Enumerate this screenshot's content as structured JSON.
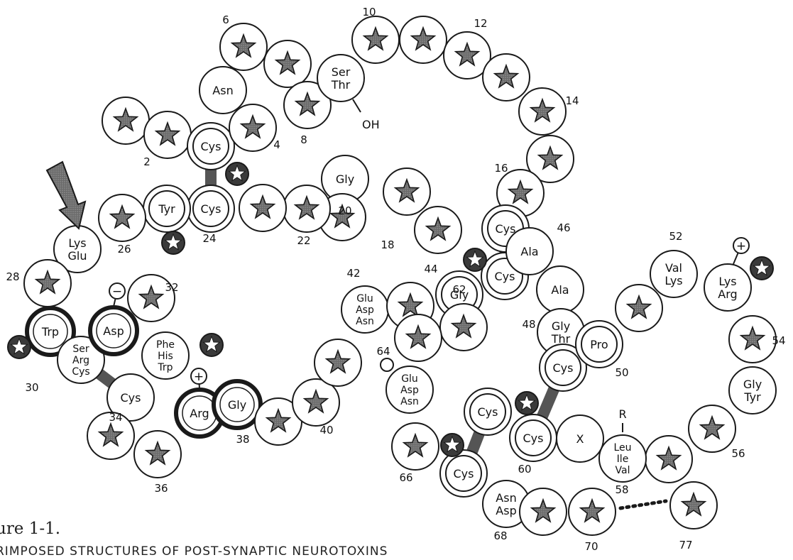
{
  "figure_label": "ure 1-1.",
  "figure_subtitle": "RIMPOSED STRUCTURES OF POST-SYNAPTIC NEUROTOXINS",
  "residues": [
    {
      "id": "r1",
      "labels": [],
      "style": "star"
    },
    {
      "id": "r2",
      "labels": [],
      "style": "star"
    },
    {
      "id": "r3",
      "labels": [
        "Cys"
      ],
      "style": "double"
    },
    {
      "id": "r4",
      "labels": [],
      "style": "star"
    },
    {
      "id": "r5",
      "labels": [
        "Asn"
      ],
      "style": "plain"
    },
    {
      "id": "r6",
      "labels": [],
      "style": "star"
    },
    {
      "id": "r7",
      "labels": [],
      "style": "star"
    },
    {
      "id": "r8",
      "labels": [],
      "style": "star"
    },
    {
      "id": "r9",
      "labels": [
        "Ser",
        "Thr"
      ],
      "style": "plain"
    },
    {
      "id": "r10",
      "labels": [],
      "style": "star"
    },
    {
      "id": "r11",
      "labels": [],
      "style": "star"
    },
    {
      "id": "r12",
      "labels": [],
      "style": "star"
    },
    {
      "id": "r13",
      "labels": [],
      "style": "star"
    },
    {
      "id": "r14",
      "labels": [],
      "style": "star"
    },
    {
      "id": "r15",
      "labels": [],
      "style": "star"
    },
    {
      "id": "r16",
      "labels": [],
      "style": "star"
    },
    {
      "id": "r17",
      "labels": [
        "Cys"
      ],
      "style": "double"
    },
    {
      "id": "r18",
      "labels": [],
      "style": "star"
    },
    {
      "id": "r19",
      "labels": [],
      "style": "star"
    },
    {
      "id": "r20",
      "labels": [
        "Gly"
      ],
      "style": "plain"
    },
    {
      "id": "r21",
      "labels": [],
      "style": "star"
    },
    {
      "id": "r22",
      "labels": [],
      "style": "star"
    },
    {
      "id": "r23",
      "labels": [],
      "style": "star"
    },
    {
      "id": "r24",
      "labels": [
        "Cys"
      ],
      "style": "double"
    },
    {
      "id": "r25",
      "labels": [
        "Tyr"
      ],
      "style": "double"
    },
    {
      "id": "r26",
      "labels": [],
      "style": "star"
    },
    {
      "id": "r27",
      "labels": [
        "Lys",
        "Glu"
      ],
      "style": "plain"
    },
    {
      "id": "r28",
      "labels": [],
      "style": "star"
    },
    {
      "id": "r29",
      "labels": [
        "Trp"
      ],
      "style": "bold"
    },
    {
      "id": "r30",
      "labels": [
        "Ser",
        "Arg",
        "Cys"
      ],
      "style": "plain"
    },
    {
      "id": "r31",
      "labels": [
        "Asp"
      ],
      "style": "bold"
    },
    {
      "id": "r32",
      "labels": [],
      "style": "star"
    },
    {
      "id": "r33",
      "labels": [
        "Phe",
        "His",
        "Trp"
      ],
      "style": "plain"
    },
    {
      "id": "r34",
      "labels": [
        "Cys"
      ],
      "style": "plain"
    },
    {
      "id": "r35",
      "labels": [],
      "style": "star"
    },
    {
      "id": "r36",
      "labels": [],
      "style": "star"
    },
    {
      "id": "r37",
      "labels": [
        "Arg"
      ],
      "style": "bold"
    },
    {
      "id": "r38",
      "labels": [
        "Gly"
      ],
      "style": "bold"
    },
    {
      "id": "r39",
      "labels": [],
      "style": "star"
    },
    {
      "id": "r40",
      "labels": [],
      "style": "star"
    },
    {
      "id": "r41",
      "labels": [],
      "style": "star"
    },
    {
      "id": "r42",
      "labels": [
        "Glu",
        "Asp",
        "Asn"
      ],
      "style": "plain"
    },
    {
      "id": "r43",
      "labels": [],
      "style": "star"
    },
    {
      "id": "r44",
      "labels": [
        "Gly"
      ],
      "style": "double"
    },
    {
      "id": "r45",
      "labels": [
        "Cys"
      ],
      "style": "double"
    },
    {
      "id": "r46",
      "labels": [
        "Ala"
      ],
      "style": "plain"
    },
    {
      "id": "r47",
      "labels": [
        "Ala"
      ],
      "style": "plain"
    },
    {
      "id": "r48",
      "labels": [
        "Gly",
        "Thr"
      ],
      "style": "plain"
    },
    {
      "id": "r49",
      "labels": [
        "Cys"
      ],
      "style": "double"
    },
    {
      "id": "r50",
      "labels": [
        "Pro"
      ],
      "style": "double"
    },
    {
      "id": "r51",
      "labels": [],
      "style": "star"
    },
    {
      "id": "r52",
      "labels": [
        "Val",
        "Lys"
      ],
      "style": "plain"
    },
    {
      "id": "r53",
      "labels": [
        "Lys",
        "Arg"
      ],
      "style": "plain"
    },
    {
      "id": "r54",
      "labels": [],
      "style": "star"
    },
    {
      "id": "r55",
      "labels": [
        "Gly",
        "Tyr"
      ],
      "style": "plain"
    },
    {
      "id": "r56",
      "labels": [],
      "style": "star"
    },
    {
      "id": "r57",
      "labels": [],
      "style": "star"
    },
    {
      "id": "r58",
      "labels": [
        "Leu",
        "Ile",
        "Val"
      ],
      "style": "plain"
    },
    {
      "id": "r59",
      "labels": [
        "X"
      ],
      "style": "plain"
    },
    {
      "id": "r60",
      "labels": [
        "Cys"
      ],
      "style": "double"
    },
    {
      "id": "r61",
      "labels": [
        "Cys"
      ],
      "style": "double"
    },
    {
      "id": "r62",
      "labels": [],
      "style": "star"
    },
    {
      "id": "r63",
      "labels": [],
      "style": "star"
    },
    {
      "id": "r64",
      "labels": [
        "Glu",
        "Asp",
        "Asn"
      ],
      "style": "plain"
    },
    {
      "id": "r65",
      "labels": [],
      "style": "star"
    },
    {
      "id": "r66",
      "labels": [
        "Cys"
      ],
      "style": "double"
    },
    {
      "id": "r67",
      "labels": [
        "Asn",
        "Asp"
      ],
      "style": "plain"
    },
    {
      "id": "r68",
      "labels": [],
      "style": "star"
    },
    {
      "id": "r69",
      "labels": [],
      "style": "star"
    },
    {
      "id": "r77",
      "labels": [],
      "style": "star"
    }
  ],
  "number_labels": [
    "2",
    "4",
    "6",
    "8",
    "10",
    "12",
    "14",
    "16",
    "18",
    "20",
    "22",
    "24",
    "26",
    "28",
    "30",
    "32",
    "34",
    "36",
    "38",
    "40",
    "42",
    "44",
    "46",
    "48",
    "50",
    "52",
    "54",
    "56",
    "58",
    "60",
    "62",
    "64",
    "66",
    "68",
    "70",
    "77"
  ],
  "side_groups": [
    {
      "id": "oh",
      "label": "OH"
    },
    {
      "id": "r58r",
      "label": "R"
    }
  ],
  "charges": [
    {
      "id": "c-asp",
      "sign": "−"
    },
    {
      "id": "c-arg",
      "sign": "+"
    },
    {
      "id": "c-lys",
      "sign": "+"
    }
  ],
  "colors": {
    "ink": "#1a1a1a",
    "bridge": "#555555",
    "paper": "#ffffff"
  }
}
